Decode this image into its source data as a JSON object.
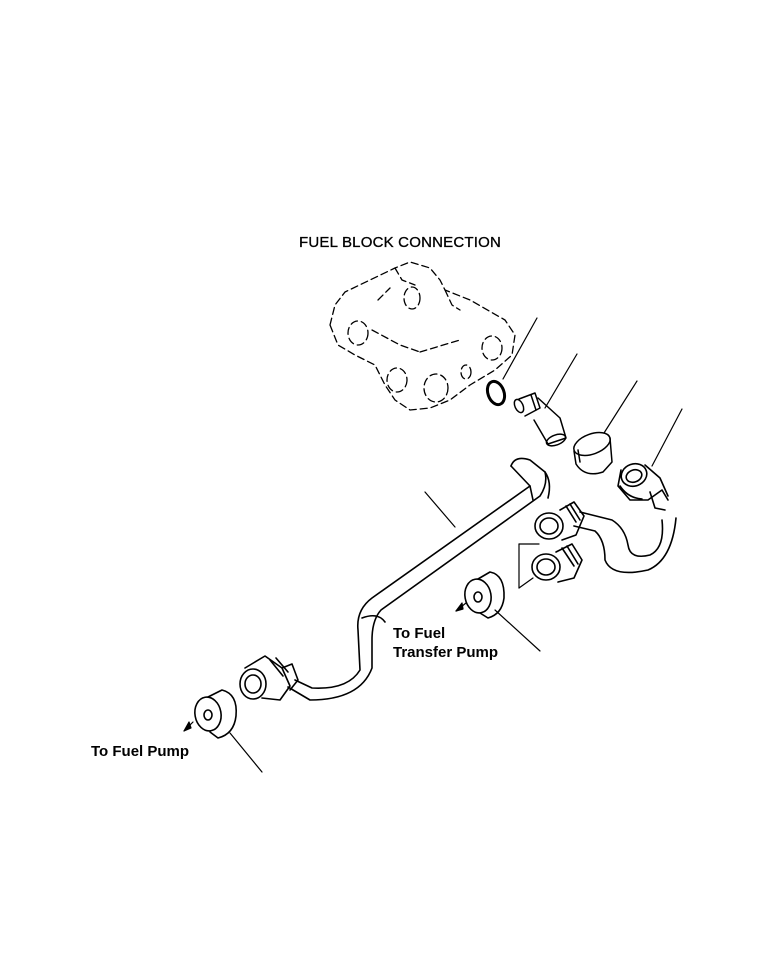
{
  "diagram": {
    "title": "FUEL BLOCK CONNECTION",
    "labels": {
      "transfer_line1": "To Fuel",
      "transfer_line2": "Transfer Pump",
      "fuel_pump": "To Fuel Pump"
    },
    "colors": {
      "ink": "#000000",
      "paper": "#ffffff"
    }
  }
}
